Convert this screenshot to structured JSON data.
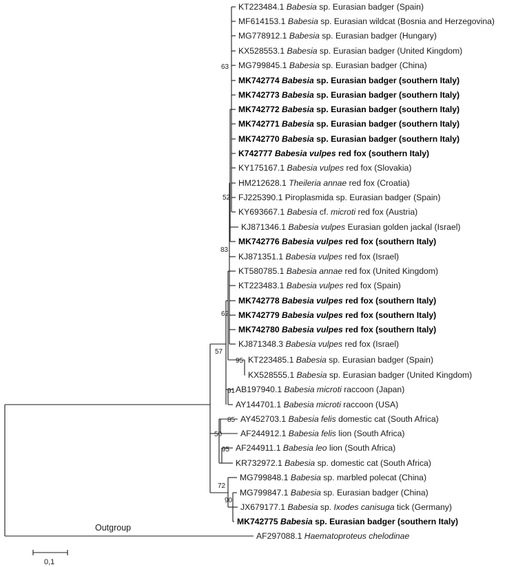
{
  "taxa": [
    {
      "accession": "KT223484.1",
      "genus": "Babesia",
      "species": "sp.",
      "species_italic": false,
      "host": "Eurasian badger",
      "location": "(Spain)",
      "bold": false
    },
    {
      "accession": "MF614153.1",
      "genus": "Babesia",
      "species": "sp.",
      "species_italic": false,
      "host": "Eurasian wildcat",
      "location": "(Bosnia and Herzegovina)",
      "bold": false
    },
    {
      "accession": "MG778912.1",
      "genus": "Babesia",
      "species": "sp.",
      "species_italic": false,
      "host": "Eurasian badger",
      "location": " (Hungary)",
      "bold": false
    },
    {
      "accession": "KX528553.1",
      "genus": "Babesia",
      "species": "sp.",
      "species_italic": false,
      "host": "Eurasian badger",
      "location": "(United Kingdom)",
      "bold": false
    },
    {
      "accession": "MG799845.1",
      "genus": "Babesia",
      "species": "sp.",
      "species_italic": false,
      "host": "Eurasian badger",
      "location": "(China)",
      "bold": false
    },
    {
      "accession": "MK742774",
      "genus": "Babesia",
      "species": "sp.",
      "species_italic": false,
      "host": "Eurasian badger",
      "location": "(southern Italy)",
      "bold": true
    },
    {
      "accession": "MK742773",
      "genus": "Babesia",
      "species": "sp.",
      "species_italic": false,
      "host": "Eurasian badger",
      "location": "(southern Italy)",
      "bold": true
    },
    {
      "accession": "MK742772",
      "genus": "Babesia",
      "species": "sp.",
      "species_italic": false,
      "host": "Eurasian badger",
      "location": "(southern Italy)",
      "bold": true
    },
    {
      "accession": "MK742771",
      "genus": "Babesia",
      "species": "sp.",
      "species_italic": false,
      "host": "Eurasian badger",
      "location": "(southern Italy)",
      "bold": true
    },
    {
      "accession": "MK742770",
      "genus": "Babesia",
      "species": "sp.",
      "species_italic": false,
      "host": "Eurasian badger",
      "location": "(southern Italy)",
      "bold": true
    },
    {
      "accession": "K742777",
      "genus": "Babesia",
      "species": "vulpes",
      "species_italic": true,
      "host": "red fox",
      "location": "(southern Italy)",
      "bold": true
    },
    {
      "accession": "KY175167.1",
      "genus": "Babesia",
      "species": "vulpes",
      "species_italic": true,
      "host": "red fox",
      "location": "(Slovakia)",
      "bold": false
    },
    {
      "accession": "HM212628.1",
      "genus": "Theileria",
      "species": "annae",
      "species_italic": true,
      "host": "red fox",
      "location": "(Croatia)",
      "bold": false
    },
    {
      "accession": "FJ225390.1",
      "genus": "Piroplasmida",
      "genus_italic": false,
      "species": "sp.",
      "species_italic": false,
      "host": "Eurasian badger",
      "location": "(Spain)",
      "bold": false
    },
    {
      "accession": "KY693667.1",
      "genus": "Babesia",
      "species": "cf. microti",
      "species_italic": "partial",
      "host": "red fox",
      "location": "(Austria)",
      "bold": false
    },
    {
      "accession": "KJ871346.1",
      "genus": "Babesia",
      "species": "vulpes",
      "species_italic": true,
      "host": "Eurasian golden jackal",
      "location": "(Israel)",
      "bold": false
    },
    {
      "accession": "MK742776",
      "genus": "Babesia",
      "species": "vulpes",
      "species_italic": true,
      "host": "red fox",
      "location": "(southern Italy)",
      "bold": true
    },
    {
      "accession": "KJ871351.1",
      "genus": "Babesia",
      "species": "vulpes",
      "species_italic": true,
      "host": "red fox",
      "location": "(Israel)",
      "bold": false
    },
    {
      "accession": "KT580785.1",
      "genus": "Babesia",
      "species": "annae",
      "species_italic": true,
      "host": "red fox",
      "location": "(United Kingdom)",
      "bold": false
    },
    {
      "accession": "KT223483.1",
      "genus": "Babesia",
      "species": "vulpes",
      "species_italic": true,
      "host": "red fox",
      "location": "(Spain)",
      "bold": false
    },
    {
      "accession": "MK742778",
      "genus": "Babesia",
      "species": "vulpes",
      "species_italic": true,
      "host": "red fox",
      "location": " (southern Italy)",
      "bold": true
    },
    {
      "accession": "MK742779",
      "genus": "Babesia",
      "species": "vulpes",
      "species_italic": true,
      "host": "red fox",
      "location": " (southern Italy)",
      "bold": true
    },
    {
      "accession": "MK742780",
      "genus": "Babesia",
      "species": "vulpes",
      "species_italic": true,
      "host": "red fox",
      "location": " (southern Italy)",
      "bold": true
    },
    {
      "accession": "KJ871348.3",
      "genus": "Babesia",
      "species": "vulpes",
      "species_italic": true,
      "host": "red fox",
      "location": "(Israel)",
      "bold": false
    },
    {
      "accession": "KT223485.1",
      "genus": "Babesia",
      "species": "sp.",
      "species_italic": false,
      "host": "Eurasian badger",
      "location": "(Spain)",
      "bold": false
    },
    {
      "accession": "KX528555.1",
      "genus": "Babesia",
      "species": "sp.",
      "species_italic": false,
      "host": "Eurasian badger",
      "location": "(United Kingdom)",
      "bold": false
    },
    {
      "accession": "AB197940.1",
      "genus": "Babesia",
      "species": "microti",
      "species_italic": true,
      "host": "raccoon",
      "location": "(Japan)",
      "bold": false
    },
    {
      "accession": "AY144701.1",
      "genus": "Babesia",
      "species": "microti",
      "species_italic": true,
      "host": "raccoon",
      "location": "(USA)",
      "bold": false
    },
    {
      "accession": "AY452703.1",
      "genus": "Babesia",
      "species": "felis",
      "species_italic": true,
      "host": "domestic cat",
      "location": "(South Africa)",
      "bold": false
    },
    {
      "accession": "AF244912.1",
      "genus": "Babesia",
      "species": "felis",
      "species_italic": true,
      "host": "lion",
      "location": "(South Africa)",
      "bold": false
    },
    {
      "accession": "AF244911.1",
      "genus": "Babesia",
      "species": "leo",
      "species_italic": true,
      "host": "lion",
      "location": "(South Africa)",
      "bold": false
    },
    {
      "accession": "KR732972.1",
      "genus": "Babesia",
      "species": "sp.",
      "species_italic": false,
      "host": "domestic cat",
      "location": "(South Africa)",
      "bold": false
    },
    {
      "accession": "MG799848.1",
      "genus": "Babesia",
      "species": "sp.",
      "species_italic": false,
      "host": "marbled polecat",
      "location": "(China)",
      "bold": false
    },
    {
      "accession": "MG799847.1",
      "genus": "Babesia",
      "species": "sp.",
      "species_italic": false,
      "host": "Eurasian badger",
      "location": "(China)",
      "bold": false
    },
    {
      "accession": "JX679177.1",
      "genus": "Babesia",
      "species": "sp.",
      "species_italic": false,
      "host": "Ixodes canisuga",
      "host_italic": true,
      "host_suffix": " tick",
      "location": "(Germany)",
      "bold": false
    },
    {
      "accession": "MK742775",
      "genus": "Babesia",
      "species": "sp.",
      "species_italic": false,
      "host": "Eurasian badger",
      "location": "(southern Italy)",
      "bold": true
    },
    {
      "accession": "AF297088.1",
      "genus": "Haematoproteus chelodinae",
      "species": "",
      "species_italic": false,
      "host": "",
      "location": "",
      "bold": false
    }
  ],
  "bootstrap": [
    "63",
    "52",
    "83",
    "62",
    "57",
    "95",
    "91",
    "85",
    "50",
    "95",
    "72",
    "90"
  ],
  "outgroup_label": "Outgroup",
  "scale_bar_label": "0,1",
  "colors": {
    "line": "#1a1a1a",
    "background": "#ffffff"
  }
}
